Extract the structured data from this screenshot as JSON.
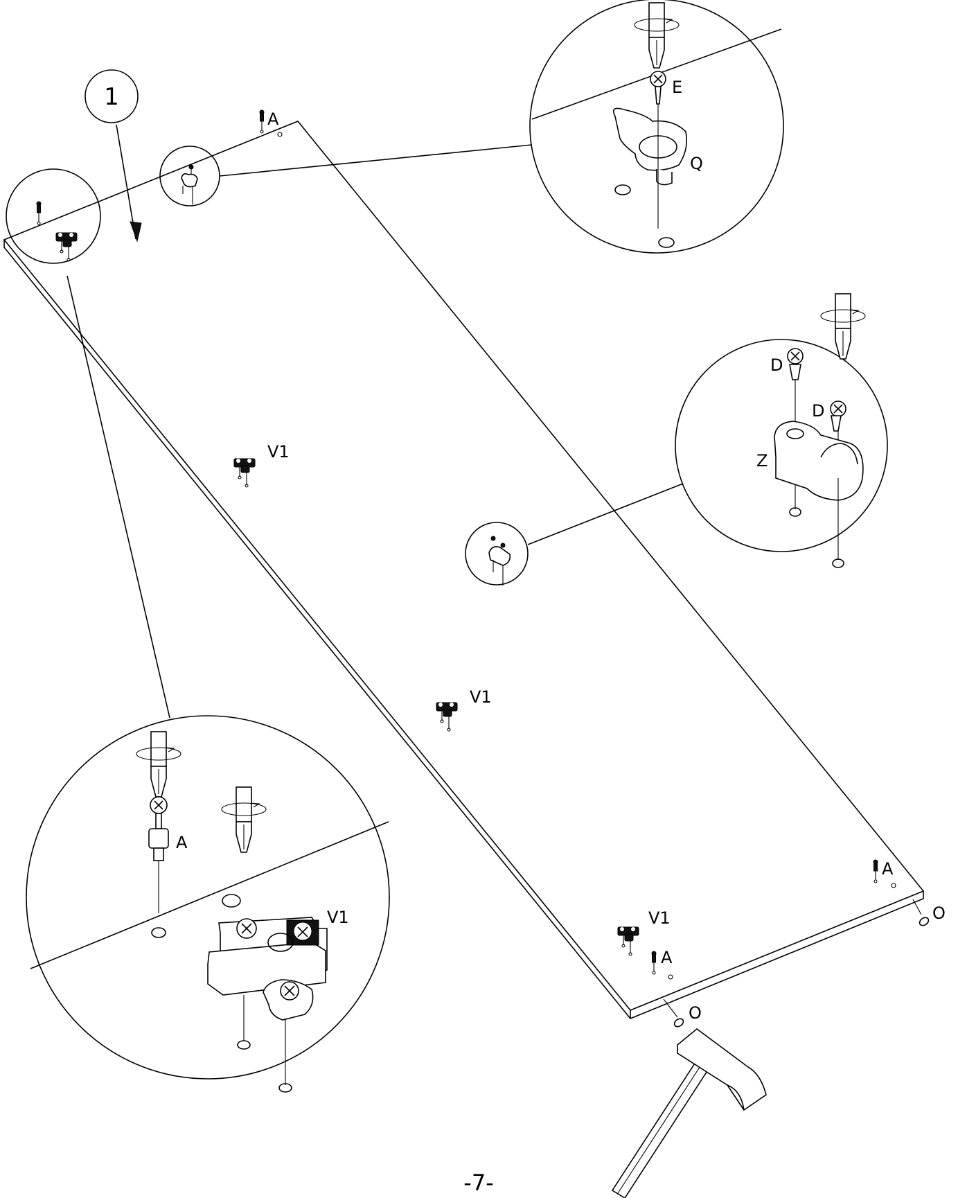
{
  "step_number": "1",
  "page_number": "-7-",
  "labels": {
    "a": "A",
    "e": "E",
    "q": "Q",
    "d": "D",
    "z": "Z",
    "v1": "V1",
    "o": "O"
  },
  "icons": [
    "screwdriver-icon",
    "rotation-arrow-icon",
    "hammer-icon",
    "screw-icon",
    "dowel-icon",
    "hinge-plate-icon",
    "clip-icon"
  ]
}
